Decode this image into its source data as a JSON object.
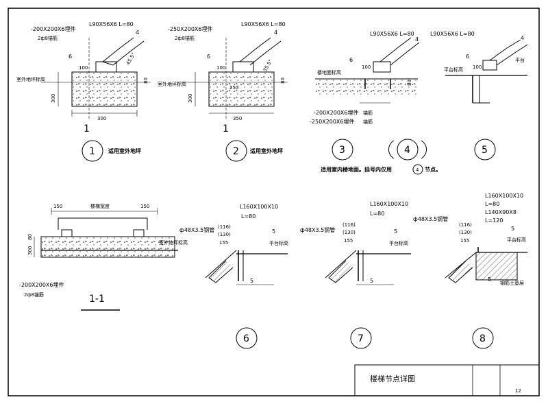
{
  "sheet": {
    "title": "楼梯节点详图",
    "page_no": "12"
  },
  "details": [
    {
      "id": "1",
      "caption": "适用室外地坪"
    },
    {
      "id": "2",
      "caption": "适用室外地坪"
    },
    {
      "id": "3"
    },
    {
      "id": "4"
    },
    {
      "id": "5"
    },
    {
      "id": "6"
    },
    {
      "id": "7"
    },
    {
      "id": "8"
    }
  ],
  "note_34": {
    "text_a": "适用室内楼地面。括号内仅用",
    "ref": "4",
    "text_b": "节点。"
  },
  "labels": {
    "plate_200": "-200X200X6埋件",
    "plate_250": "-250X200X6埋件",
    "plate_200_b": "-200X200X6埋件",
    "plate_250_b": "-250X200X6埋件",
    "plate_200_c": "-200X200X6埋件",
    "anchor": "2ф8锚筋",
    "anchor_word": "锚筋",
    "angle_l90": "L90X56X6  L=80",
    "angle_l160": "L160X100X10",
    "l_80": "L=80",
    "angle_l140": "L140X90X8",
    "l_120": "L=120",
    "pipe": "ф48X3.5钢管",
    "floor_ground": "室外地坪标高",
    "floor_indoor": "楼地面标高",
    "platform": "平台标高",
    "platform_short": "平台",
    "concrete": "钢筋土基层",
    "stair_width": "楼梯宽度",
    "section": "1-1",
    "dim_300": "300",
    "dim_350": "350",
    "dim_80": "80",
    "dim_100": "100",
    "dim_150": "150",
    "dim_116": "(116)",
    "dim_130": "(130)",
    "dim_155": "155",
    "dim_6": "6",
    "dim_4": "4",
    "dim_5": "5",
    "angle_45": "45.5°",
    "angle_35": "35.5°",
    "dim_250": "250",
    "cut_mark": "1"
  }
}
